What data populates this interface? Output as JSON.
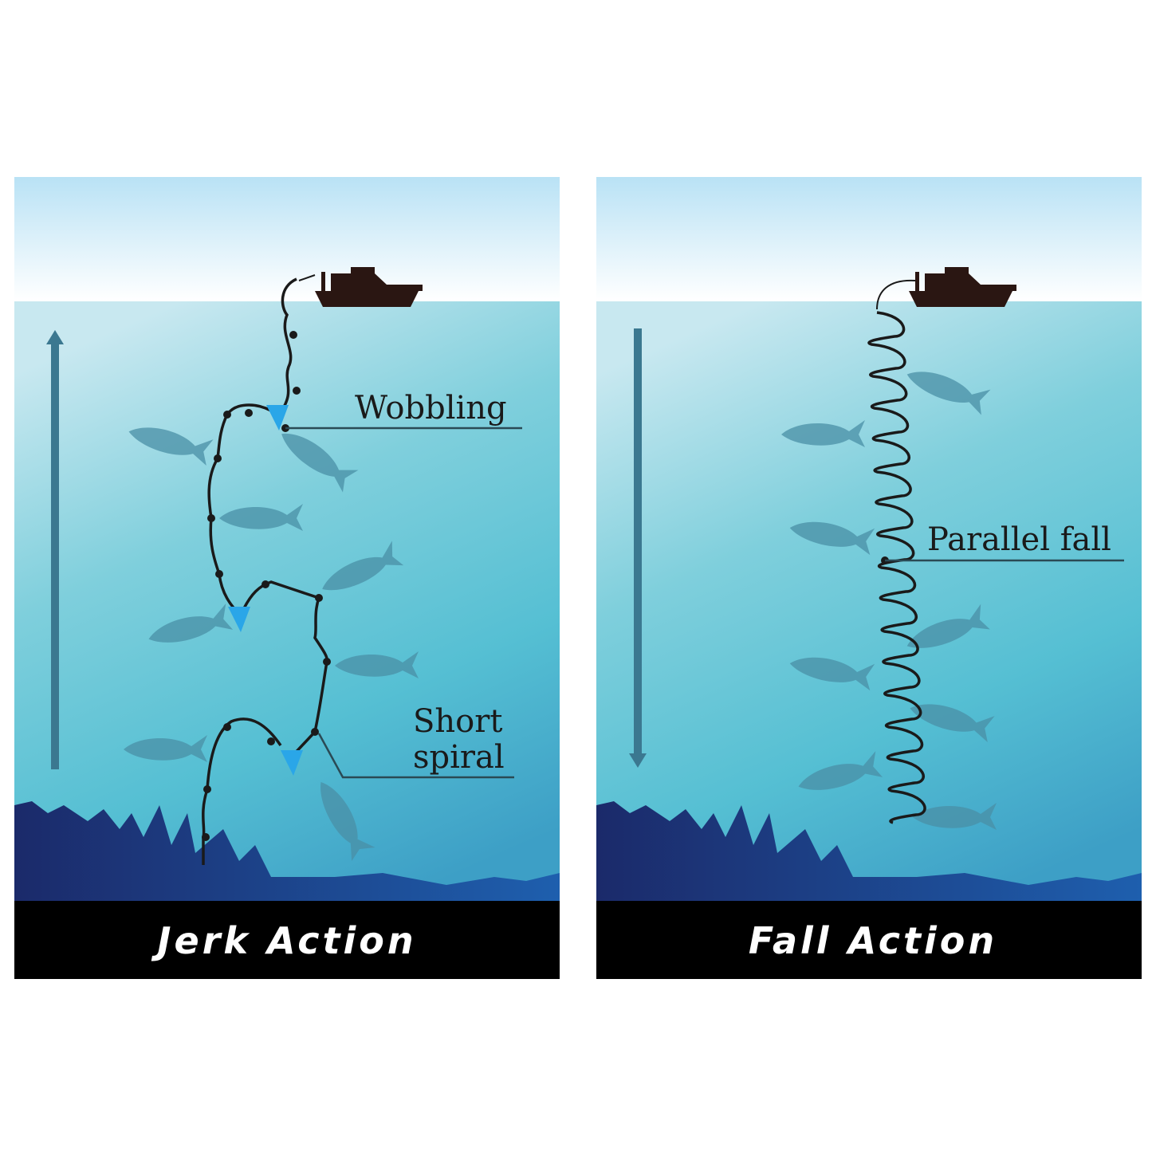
{
  "panels": [
    {
      "title": "Jerk Action",
      "labels": [
        "Wobbling",
        "Short",
        "spiral"
      ],
      "arrow_direction": "up"
    },
    {
      "title": "Fall Action",
      "labels": [
        "Parallel fall"
      ],
      "arrow_direction": "down"
    }
  ],
  "colors": {
    "sky_top": "#b9e2f5",
    "water_top": "#c4e6ef",
    "water_mid": "#56bfd3",
    "seabed": "#1b2d6e",
    "lure": "#2aa6e8",
    "band": "#000000"
  }
}
